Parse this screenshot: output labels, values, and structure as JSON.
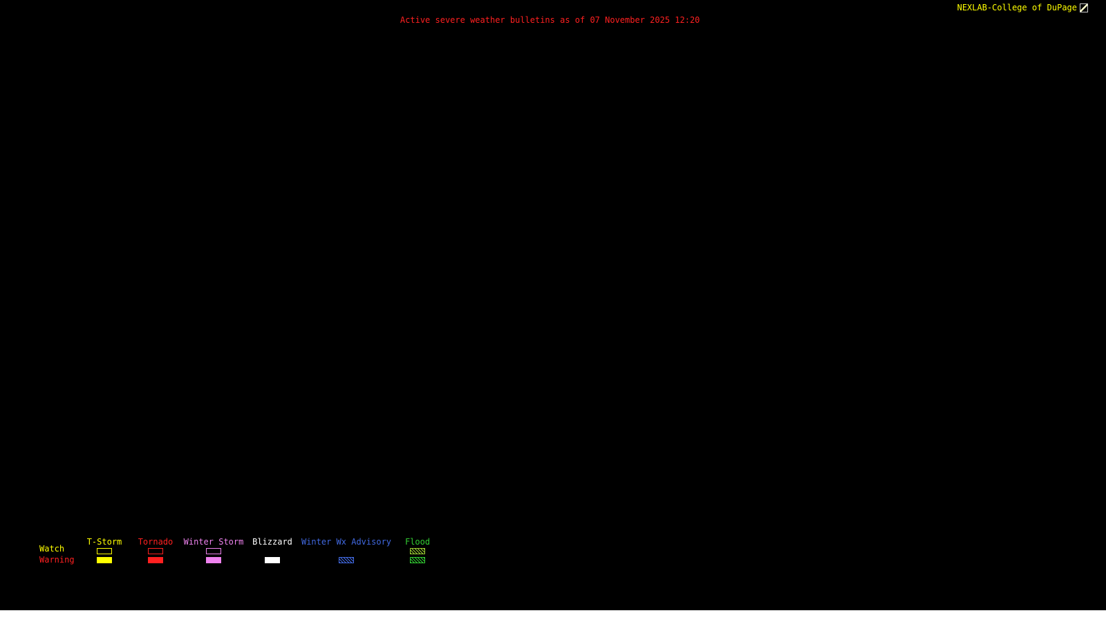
{
  "header": {
    "branding": "NEXLAB-College of DuPage",
    "branding_color": "#ffff00"
  },
  "title": {
    "text": "Active severe weather bulletins as of 07 November 2025 12:20",
    "color": "#ff2020"
  },
  "legend": {
    "row_labels": {
      "watch": "Watch",
      "warning": "Warning"
    },
    "watch_label_color": "#ffff00",
    "warning_label_color": "#ff2020",
    "columns": [
      {
        "label": "T-Storm",
        "color": "#ffff00",
        "watch_swatch": "outline",
        "warning_swatch": "filled"
      },
      {
        "label": "Tornado",
        "color": "#ff2020",
        "watch_swatch": "outline",
        "warning_swatch": "filled"
      },
      {
        "label": "Winter Storm",
        "color": "#ee82ee",
        "watch_swatch": "outline",
        "warning_swatch": "filled"
      },
      {
        "label": "Blizzard",
        "color": "#ffffff",
        "watch_swatch": "none",
        "warning_swatch": "filled"
      },
      {
        "label": "Winter Wx Advisory",
        "color": "#4169e1",
        "watch_swatch": "none",
        "warning_swatch": "hatched"
      },
      {
        "label": "Flood",
        "color": "#32cd32",
        "watch_swatch": "hatched",
        "warning_swatch": "hatched"
      }
    ]
  },
  "map": {
    "background_color": "#000000"
  },
  "footer": {
    "bar_color": "#ffffff"
  }
}
